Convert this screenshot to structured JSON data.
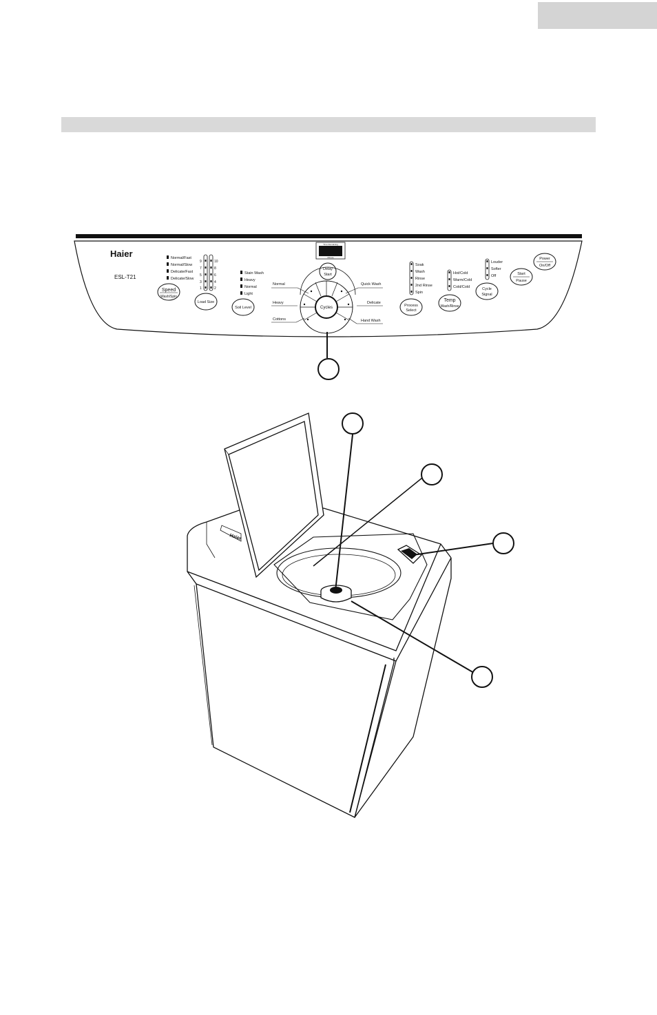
{
  "panel": {
    "brand": "Haier",
    "model": "ESL-T21",
    "display_top_label": "Time Remaining",
    "display_bottom_label": "Minute",
    "speed": {
      "options": [
        "Normal/Fast",
        "Normal/Slow",
        "Delicate/Fast",
        "Delicate/Slow"
      ],
      "button_top": "Speed",
      "button_bottom": "Wash/Spin"
    },
    "load_size": {
      "left_numbers": [
        "9",
        "7",
        "5",
        "3",
        "1"
      ],
      "right_numbers": [
        "10",
        "8",
        "6",
        "4",
        "2"
      ],
      "button": "Load Size"
    },
    "soil_level": {
      "options": [
        "Stain Wash",
        "Heavy",
        "Normal",
        "Light"
      ],
      "button": "Soil Level"
    },
    "delay_start": {
      "line1": "Delay",
      "line2": "Start"
    },
    "cycles": {
      "center": "Cycles",
      "left": [
        "Normal",
        "Heavy",
        "Cottons"
      ],
      "right": [
        "Quick Wash",
        "Delicate",
        "Hand Wash"
      ]
    },
    "process": {
      "options": [
        "Soak",
        "Wash",
        "Rinse",
        "2nd Rinse",
        "Spin"
      ],
      "button_line1": "Process",
      "button_line2": "Select"
    },
    "temp": {
      "options": [
        "Hot/Cold",
        "Warm/Cold",
        "Cold/Cold"
      ],
      "button_top": "Temp",
      "button_bottom": "Wash/Rinse"
    },
    "cycle_signal": {
      "options": [
        "Louder",
        "Softer",
        "Off"
      ],
      "button_line1": "Cycle",
      "button_line2": "Signal"
    },
    "start_pause": {
      "top": "Start",
      "bottom": "Pause"
    },
    "power": {
      "top": "Power",
      "bottom": "On/Off"
    }
  },
  "machine": {
    "lid_brand": "Haier"
  }
}
